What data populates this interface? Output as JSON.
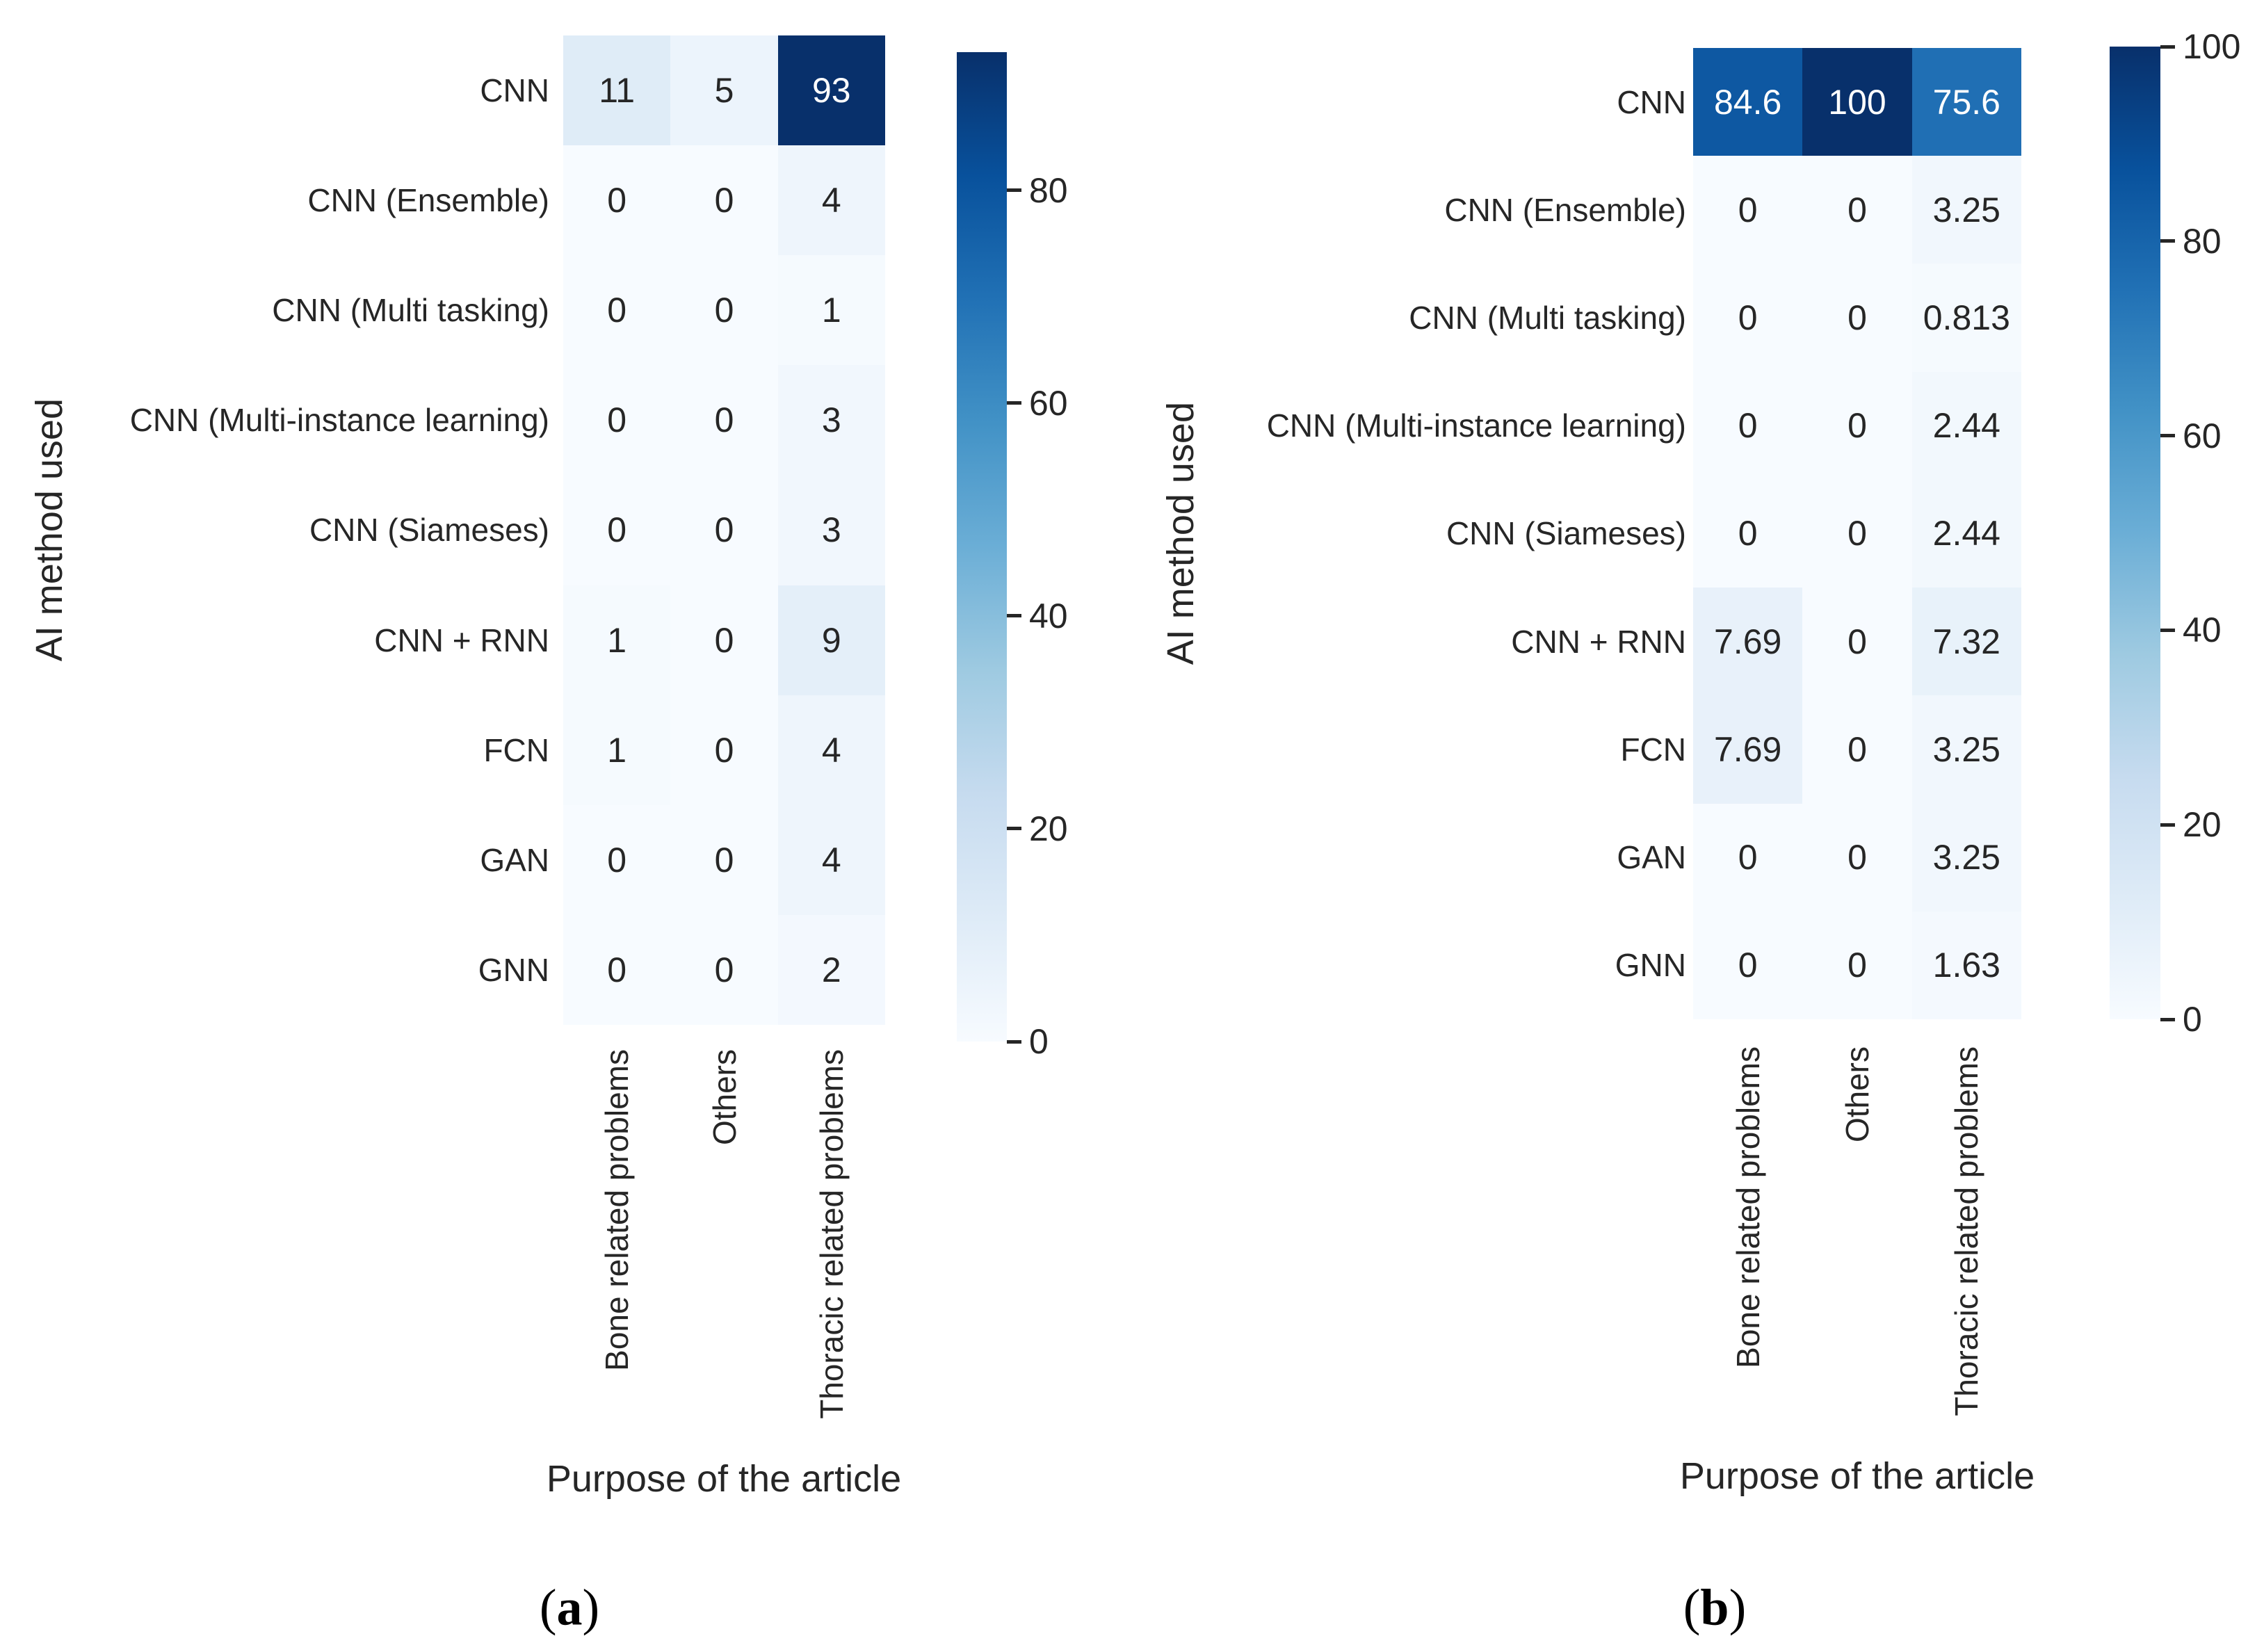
{
  "figure": {
    "captions": [
      {
        "open": "(",
        "letter": "a",
        "close": ")"
      },
      {
        "open": "(",
        "letter": "b",
        "close": ")"
      }
    ]
  },
  "colors": {
    "background": "#ffffff",
    "annotation_dark": "#262626",
    "annotation_light": "#ffffff",
    "tick_color": "#262626",
    "blues_stops": [
      "#f7fbff",
      "#deebf7",
      "#c6dbef",
      "#9ecae1",
      "#6baed6",
      "#4292c6",
      "#2171b5",
      "#08519c",
      "#08306b"
    ]
  },
  "chart_data": [
    {
      "type": "heatmap",
      "xlabel": "Purpose of the article",
      "ylabel": "AI method used",
      "rows": [
        "CNN",
        "CNN (Ensemble)",
        "CNN (Multi tasking)",
        "CNN (Multi-instance learning)",
        "CNN (Siameses)",
        "CNN + RNN",
        "FCN",
        "GAN",
        "GNN"
      ],
      "columns": [
        "Bone related problems",
        "Others",
        "Thoracic related problems"
      ],
      "values": [
        [
          11,
          5,
          93
        ],
        [
          0,
          0,
          4
        ],
        [
          0,
          0,
          1
        ],
        [
          0,
          0,
          3
        ],
        [
          0,
          0,
          3
        ],
        [
          1,
          0,
          9
        ],
        [
          1,
          0,
          4
        ],
        [
          0,
          0,
          4
        ],
        [
          0,
          0,
          2
        ]
      ],
      "value_labels": [
        [
          "11",
          "5",
          "93"
        ],
        [
          "0",
          "0",
          "4"
        ],
        [
          "0",
          "0",
          "1"
        ],
        [
          "0",
          "0",
          "3"
        ],
        [
          "0",
          "0",
          "3"
        ],
        [
          "1",
          "0",
          "9"
        ],
        [
          "1",
          "0",
          "4"
        ],
        [
          "0",
          "0",
          "4"
        ],
        [
          "0",
          "0",
          "2"
        ]
      ],
      "colorbar": {
        "vmin": 0,
        "vmax": 93,
        "ticks": [
          80,
          60,
          40,
          20,
          0
        ]
      },
      "colormap": "Blues",
      "grid": false,
      "caption": "(a)"
    },
    {
      "type": "heatmap",
      "xlabel": "Purpose of the article",
      "ylabel": "AI method used",
      "rows": [
        "CNN",
        "CNN (Ensemble)",
        "CNN (Multi tasking)",
        "CNN (Multi-instance learning)",
        "CNN (Siameses)",
        "CNN + RNN",
        "FCN",
        "GAN",
        "GNN"
      ],
      "columns": [
        "Bone related problems",
        "Others",
        "Thoracic related problems"
      ],
      "values": [
        [
          84.6,
          100,
          75.6
        ],
        [
          0,
          0,
          3.25
        ],
        [
          0,
          0,
          0.813
        ],
        [
          0,
          0,
          2.44
        ],
        [
          0,
          0,
          2.44
        ],
        [
          7.69,
          0,
          7.32
        ],
        [
          7.69,
          0,
          3.25
        ],
        [
          0,
          0,
          3.25
        ],
        [
          0,
          0,
          1.63
        ]
      ],
      "value_labels": [
        [
          "84.6",
          "100",
          "75.6"
        ],
        [
          "0",
          "0",
          "3.25"
        ],
        [
          "0",
          "0",
          "0.813"
        ],
        [
          "0",
          "0",
          "2.44"
        ],
        [
          "0",
          "0",
          "2.44"
        ],
        [
          "7.69",
          "0",
          "7.32"
        ],
        [
          "7.69",
          "0",
          "3.25"
        ],
        [
          "0",
          "0",
          "3.25"
        ],
        [
          "0",
          "0",
          "1.63"
        ]
      ],
      "colorbar": {
        "vmin": 0,
        "vmax": 100,
        "ticks": [
          100,
          80,
          60,
          40,
          20,
          0
        ]
      },
      "colormap": "Blues",
      "grid": false,
      "caption": "(b)"
    }
  ]
}
